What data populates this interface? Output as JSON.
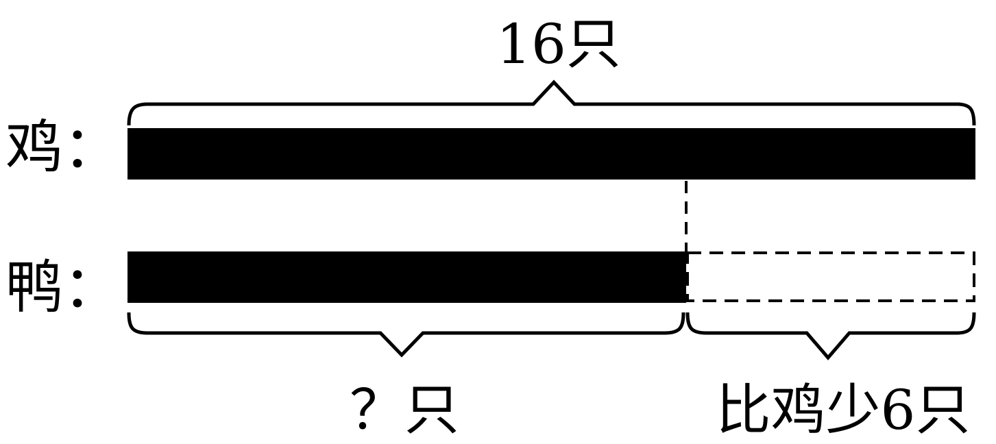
{
  "rows": {
    "chicken": {
      "label": "鸡：",
      "total_label": "16只"
    },
    "duck": {
      "label": "鸭：",
      "unknown_label": "？只",
      "difference_label": "比鸡少6只"
    }
  },
  "values": {
    "chicken_total": 16,
    "difference": 6
  },
  "colors": {
    "bar_fill": "#000000",
    "stroke": "#000000",
    "background": "#ffffff"
  }
}
